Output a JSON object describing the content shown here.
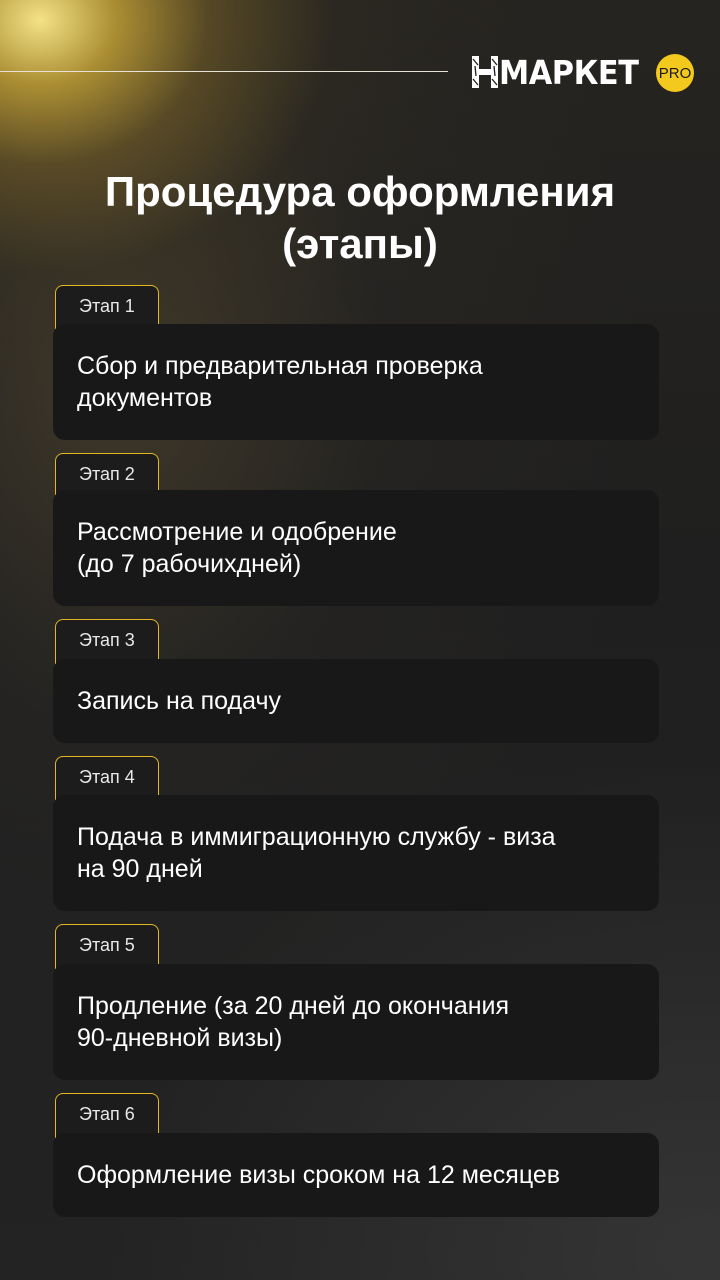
{
  "brand": {
    "logo_text": "МАРКЕТ",
    "badge": "PRO"
  },
  "title": {
    "line1": "Процедура оформления",
    "line2": "(этапы)"
  },
  "steps": [
    {
      "tab": "Этап 1",
      "line1": "Сбор и предварительная проверка",
      "line2": "документов"
    },
    {
      "tab": "Этап 2",
      "line1": "Рассмотрение и одобрение",
      "line2": "(до 7 рабочихдней)"
    },
    {
      "tab": "Этап 3",
      "line1": "Запись на подачу",
      "line2": ""
    },
    {
      "tab": "Этап 4",
      "line1": "Подача в иммиграционную службу - виза",
      "line2": "на 90 дней"
    },
    {
      "tab": "Этап 5",
      "line1": "Продление (за 20 дней до окончания",
      "line2": "90-дневной визы)"
    },
    {
      "tab": "Этап 6",
      "line1": "Оформление визы сроком на 12 месяцев",
      "line2": ""
    }
  ],
  "colors": {
    "accent": "#f3c91e",
    "tab_border": "#e5b722",
    "card_bg": "#181818",
    "page_bg": "#1f1f1f"
  }
}
